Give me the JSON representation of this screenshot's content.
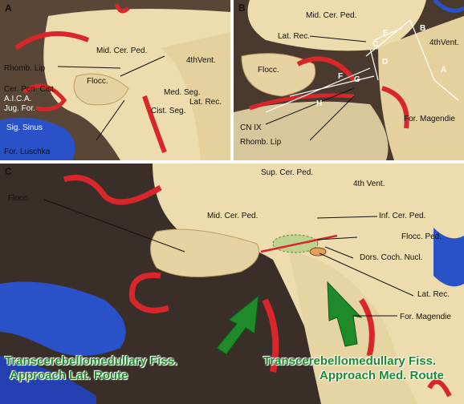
{
  "panel_a": {
    "letter": "A",
    "labels": {
      "mid_cer_ped": "Mid. Cer. Ped.",
      "fourth_vent": "4thVent.",
      "rhomb_lip": "Rhomb. Lip",
      "flocc": "Flocc.",
      "cer_pon_cist": "Cer. Pon. Cist.",
      "aica": "A.I.C.A.",
      "jug_for": "Jug. For.",
      "sig_sinus": "Sig. Sinus",
      "for_luschka": "For. Luschka",
      "med_seg": "Med. Seg.",
      "lat_rec": "Lat. Rec.",
      "cist_seg": "Cist. Seg."
    }
  },
  "panel_b": {
    "letter": "B",
    "labels": {
      "mid_cer_ped": "Mid. Cer. Ped.",
      "lat_rec": "Lat. Rec.",
      "flocc": "Flocc.",
      "fourth_vent": "4thVent.",
      "for_magendie": "For. Magendie",
      "cn_ix": "CN IX",
      "rhomb_lip": "Rhomb. Lip"
    },
    "measure_letters": [
      "A",
      "B",
      "C",
      "D",
      "E",
      "F",
      "G",
      "H"
    ]
  },
  "panel_c": {
    "letter": "C",
    "labels": {
      "sup_cer_ped": "Sup. Cer. Ped.",
      "fourth_vent": "4th Vent.",
      "flocc": "Flocc.",
      "mid_cer_ped": "Mid. Cer. Ped.",
      "inf_cer_ped": "Inf. Cer. Ped.",
      "flocc_ped": "Flocc. Ped.",
      "dors_coch_nucl": "Dors. Coch. Nucl.",
      "lat_rec": "Lat. Rec.",
      "for_magendie": "For. Magendie"
    },
    "approach_lat": [
      "Transcerebellomedullary Fiss.",
      "Approach  Lat. Route"
    ],
    "approach_med": [
      "Transcerebellomedullary Fiss.",
      "Approach Med. Route"
    ]
  },
  "colors": {
    "tissue": "#ecdcae",
    "artery": "#d8262a",
    "vein": "#2a52c8",
    "arrow": "#1f8a2a",
    "background": "#2b2622"
  }
}
